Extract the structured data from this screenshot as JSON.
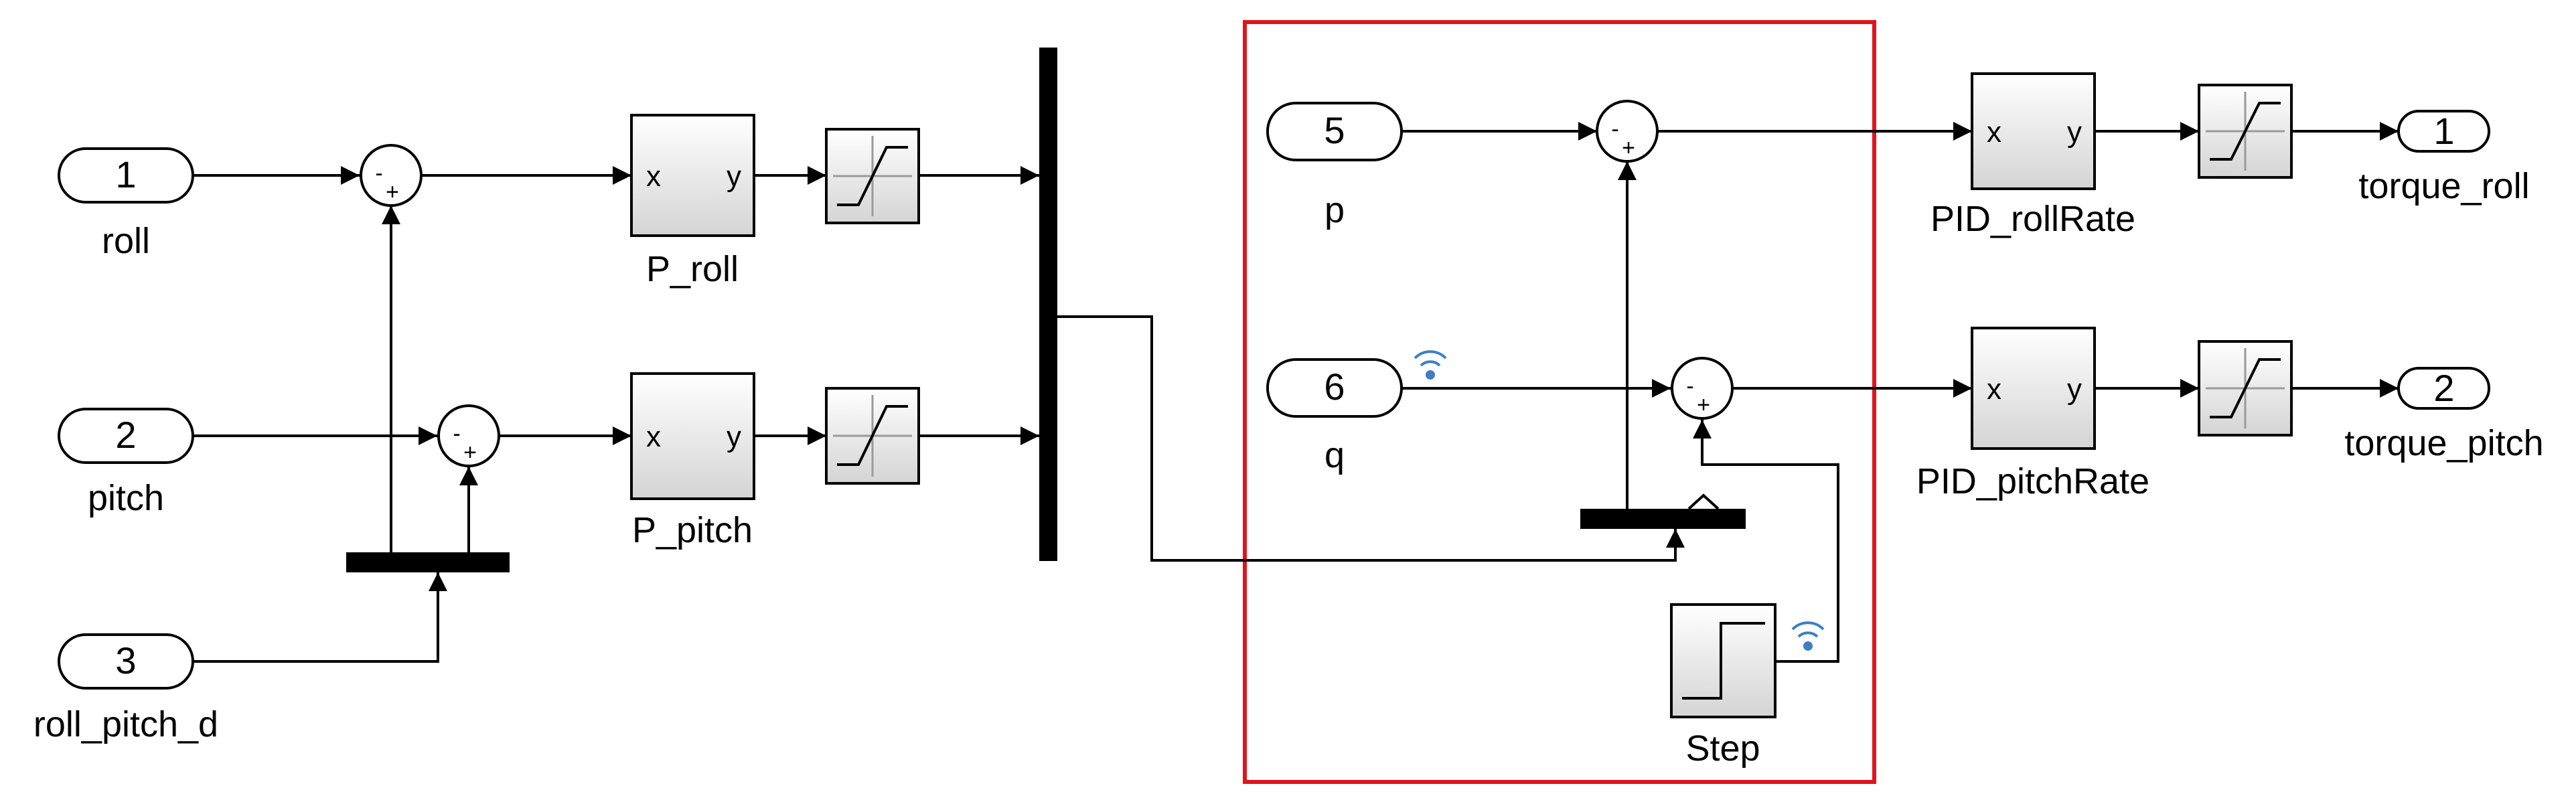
{
  "inports": [
    {
      "number": "1",
      "label": "roll"
    },
    {
      "number": "2",
      "label": "pitch"
    },
    {
      "number": "3",
      "label": "roll_pitch_d"
    },
    {
      "number": "5",
      "label": "p"
    },
    {
      "number": "6",
      "label": "q"
    }
  ],
  "outports": [
    {
      "number": "1",
      "label": "torque_roll"
    },
    {
      "number": "2",
      "label": "torque_pitch"
    }
  ],
  "blocks": {
    "p_roll": {
      "label": "P_roll",
      "in": "x",
      "out": "y"
    },
    "p_pitch": {
      "label": "P_pitch",
      "in": "x",
      "out": "y"
    },
    "pid_rollrate": {
      "label": "PID_rollRate",
      "in": "x",
      "out": "y"
    },
    "pid_pitchrate": {
      "label": "PID_pitchRate",
      "in": "x",
      "out": "y"
    },
    "step": {
      "label": "Step"
    }
  },
  "sum_signs": {
    "minus": "-",
    "plus": "+"
  },
  "colors": {
    "highlight_box": "#e0141c",
    "signal_icon": "#3d7fc1",
    "block_gradient_top": "#ffffff",
    "block_gradient_bottom": "#d4d4d4"
  }
}
